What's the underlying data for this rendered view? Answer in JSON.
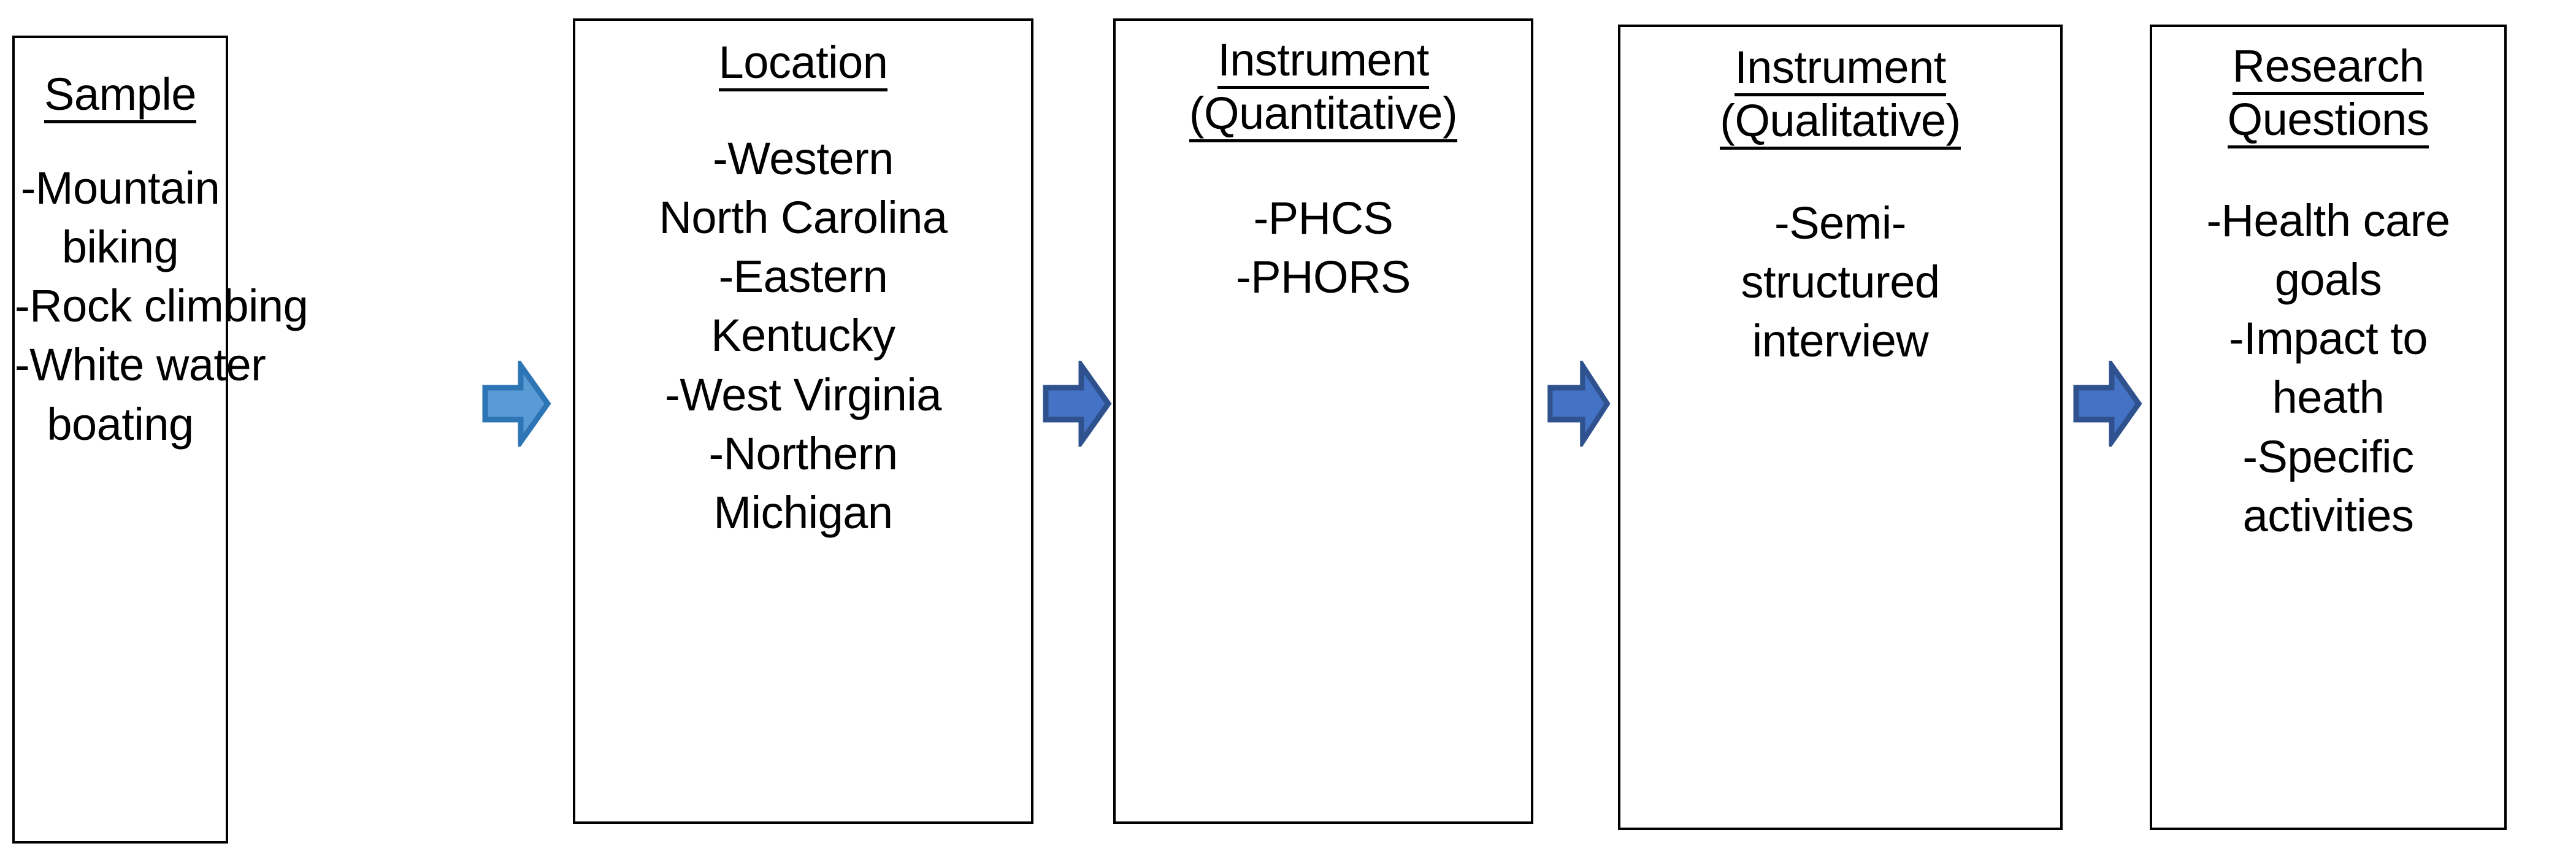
{
  "diagram": {
    "type": "process-flow",
    "orientation": "left-to-right",
    "background_color": "#FFFFFF",
    "border_color": "#000000",
    "text_color": "#000000",
    "steps": [
      {
        "id": "sample",
        "title_lines": [
          "Sample"
        ],
        "body_lines": [
          "-Mountain",
          "biking",
          "-Rock climbing",
          "-White water",
          "boating"
        ]
      },
      {
        "id": "location",
        "title_lines": [
          "Location"
        ],
        "body_lines": [
          "-Western",
          "North Carolina",
          "-Eastern",
          "Kentucky",
          "-West Virginia",
          "-Northern",
          "Michigan"
        ]
      },
      {
        "id": "instrument-quantitative",
        "title_lines": [
          "Instrument",
          "(Quantitative)"
        ],
        "body_lines": [
          "-PHCS",
          "-PHORS"
        ]
      },
      {
        "id": "instrument-qualitative",
        "title_lines": [
          "Instrument",
          "(Qualitative)"
        ],
        "body_lines": [
          "-Semi-",
          "structured",
          "interview"
        ]
      },
      {
        "id": "research-questions",
        "title_lines": [
          "Research",
          "Questions"
        ],
        "body_lines": [
          "-Health care",
          "goals",
          "-Impact to",
          "heath",
          "-Specific",
          "activities"
        ]
      }
    ],
    "connectors": [
      {
        "id": "arrow-1",
        "icon": "right-arrow-icon",
        "fill": "#5B9BD5",
        "stroke": "#2E75B6"
      },
      {
        "id": "arrow-2",
        "icon": "right-arrow-icon",
        "fill": "#4472C4",
        "stroke": "#2F528F"
      },
      {
        "id": "arrow-3",
        "icon": "right-arrow-icon",
        "fill": "#4472C4",
        "stroke": "#2F528F"
      },
      {
        "id": "arrow-4",
        "icon": "right-arrow-icon",
        "fill": "#4472C4",
        "stroke": "#2F528F"
      }
    ]
  }
}
